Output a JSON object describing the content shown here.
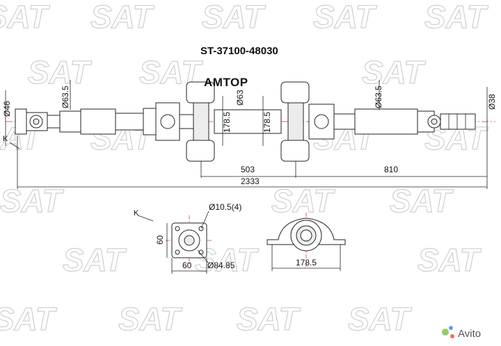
{
  "part_number": "ST-37100-48030",
  "brand": "AMTOP",
  "watermark_text": "SAT",
  "avito_label": "Avito",
  "dimensions": {
    "left_end_diameter": "Ø46",
    "left_tube_diameter": "Ø63.5",
    "mid_tube_diameter": "Ø63",
    "right_tube_diameter": "Ø63.5",
    "right_end_diameter": "Ø38",
    "bearing_height_1": "178.5",
    "bearing_height_2": "178.5",
    "span_mid": "503",
    "span_right": "810",
    "total_length": "2333",
    "k_label_top": "K",
    "k_label_flange": "K",
    "flange_hole": "Ø10.5(4)",
    "flange_height": "60",
    "flange_width": "60",
    "flange_pcd": "Ø84.85",
    "bearing_width": "178.5"
  },
  "colors": {
    "accent_line": "#dd3333",
    "watermark": "#cfcfcf"
  }
}
